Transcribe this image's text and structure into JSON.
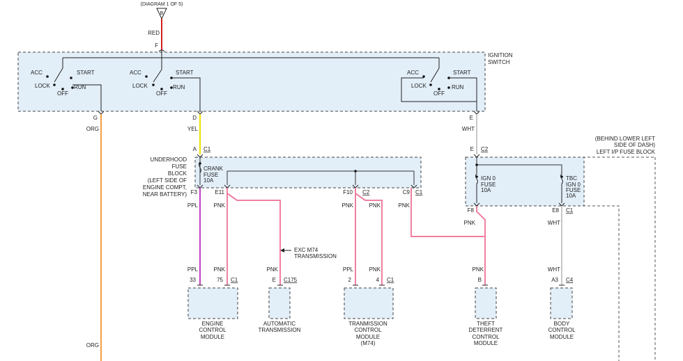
{
  "header": {
    "diagram_ref": "(DIAGRAM 1 OF 5)",
    "connector_letter": "B"
  },
  "colors": {
    "red": "#d32020",
    "org": "#f0a040",
    "yel": "#f0e000",
    "pnk": "#f080a0",
    "ppl": "#c040c0",
    "wht": "#c8c8c8",
    "panel": "#e2eef8"
  },
  "ignition_switch": {
    "label_line1": "IGNITION",
    "label_line2": "SWITCH",
    "input_pin": "F",
    "input_wire": "RED",
    "positions": [
      "ACC",
      "START",
      "LOCK",
      "OFF",
      "RUN"
    ],
    "outputs": [
      {
        "pin": "G",
        "wire": "ORG"
      },
      {
        "pin": "D",
        "wire": "YEL"
      },
      {
        "pin": "E",
        "wire": "WHT"
      }
    ]
  },
  "underhood_fuse_block": {
    "label_lines": [
      "UNDERHOOD",
      "FUSE",
      "BLOCK",
      "(LEFT SIDE OF",
      "ENGINE COMPT,",
      "NEAR BATTERY)"
    ],
    "input_pin": "A",
    "input_conn": "C1",
    "fuse_name_lines": [
      "CRANK",
      "FUSE",
      "10A"
    ],
    "outputs": [
      {
        "pin": "F3",
        "wire": "PPL"
      },
      {
        "pin": "E11",
        "wire": "PNK"
      },
      {
        "pin": "F10",
        "wire": "PNK",
        "conn": "C2"
      },
      {
        "pin": "C9",
        "wire": "PNK",
        "conn": "C1"
      }
    ],
    "second_wire_f10": "PNK"
  },
  "left_ip_fuse_block": {
    "label_lines": [
      "(BEHIND LOWER LEFT",
      "SIDE OF DASH)",
      "LEFT I/P FUSE BLOCK"
    ],
    "input_pin": "E",
    "input_conn": "C2",
    "fuse1_lines": [
      "IGN 0",
      "FUSE",
      "10A"
    ],
    "fuse2_lines": [
      "TBC",
      "IGN 0",
      "FUSE",
      "10A"
    ],
    "out1": {
      "pin": "F8",
      "wire": "PNK"
    },
    "out2": {
      "pin": "E8",
      "wire": "WHT",
      "conn": "C1"
    }
  },
  "annotation": {
    "line1": "EXC M74",
    "line2": "TRANSMISSION"
  },
  "modules": [
    {
      "name_lines": [
        "ENGINE",
        "CONTROL",
        "MODULE"
      ],
      "pins": [
        {
          "pin": "33",
          "wire": "PPL"
        },
        {
          "pin": "75",
          "wire": "PNK"
        }
      ],
      "conn": "C1"
    },
    {
      "name_lines": [
        "AUTOMATIC",
        "TRANSMISSION"
      ],
      "pins": [
        {
          "pin": "E",
          "wire": "PNK"
        }
      ],
      "conn": "C175"
    },
    {
      "name_lines": [
        "TRANMISSION",
        "CONTROL",
        "MODULE",
        "(M74)"
      ],
      "pins": [
        {
          "pin": "2",
          "wire": "PPL"
        },
        {
          "pin": "4",
          "wire": "PNK"
        }
      ],
      "conn": "C1"
    },
    {
      "name_lines": [
        "THEFT",
        "DETERRENT",
        "CONTROL",
        "MODULE"
      ],
      "pins": [
        {
          "pin": "B",
          "wire": "PNK"
        }
      ],
      "conn": ""
    },
    {
      "name_lines": [
        "BODY",
        "CONTROL",
        "MODULE"
      ],
      "pins": [
        {
          "pin": "A3",
          "wire": "WHT"
        }
      ],
      "conn": "C4"
    }
  ],
  "bottom_wire": "ORG"
}
